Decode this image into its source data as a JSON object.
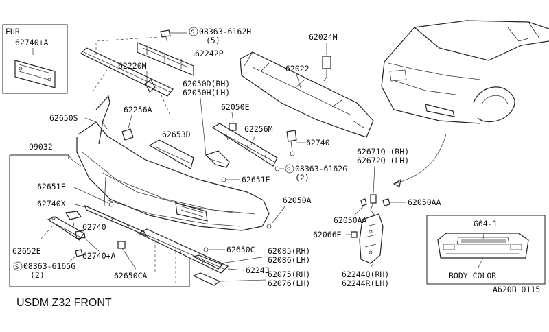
{
  "labels": {
    "eur_title": "EUR",
    "p62740a_eur": "62740+A",
    "p08363_6162h": "08363-6162H",
    "qty_5": "(5)",
    "p62024m": "62024M",
    "p62242p": "62242P",
    "p62220m": "62220M",
    "p62022": "62022",
    "p62050d": "62050D(RH)",
    "p62050h": "62050H(LH)",
    "p62256a": "62256A",
    "p62650s": "62650S",
    "p62050e": "62050E",
    "p62653d": "62653D",
    "p62256m": "62256M",
    "p62740_right": "62740",
    "p99032": "99032",
    "p08363_6162g": "08363-6162G",
    "qty_2a": "(2)",
    "p62651f": "62651F",
    "p62651e": "62651E",
    "p62671q": "62671Q (RH)",
    "p62672q": "62672Q (LH)",
    "p62740x": "62740X",
    "p62050a": "62050A",
    "p62050aa_right": "62050AA",
    "p62740_left": "62740",
    "p62050aa_left": "62050AA",
    "p62066e": "62066E",
    "p62652e": "62652E",
    "p62650c": "62650C",
    "p62740a_low": "62740+A",
    "p62085": "62085(RH)",
    "p62086": "62086(LH)",
    "p08363_6165g": "08363-6165G",
    "qty_2b": "(2)",
    "p62650ca": "62650CA",
    "p62243": "62243",
    "p62075": "62075(RH)",
    "p62076": "62076(LH)",
    "p62244q": "62244Q(RH)",
    "p62244r": "62244R(LH)",
    "g64": "G64-1",
    "body_color": "BODY COLOR",
    "title": "USDM Z32 FRONT",
    "ref": "A620B 0115",
    "s_symbol": "S"
  }
}
